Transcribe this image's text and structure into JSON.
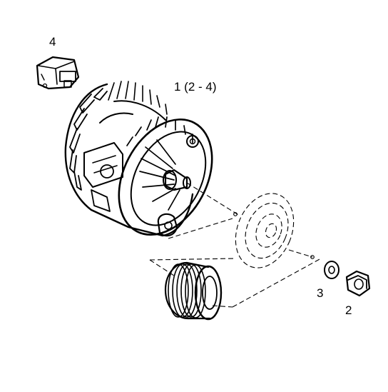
{
  "callouts": {
    "alternator_assembly": "1 (2 - 4)",
    "nut": "2",
    "washer": "3",
    "regulator": "4"
  },
  "colors": {
    "ink": "#000000",
    "paper": "#ffffff"
  },
  "icons": {
    "alternator": "alternator-icon",
    "regulator": "regulator-icon",
    "pulley": "pulley-icon",
    "freewheel_pulley": "freewheel-pulley-icon",
    "washer": "washer-icon",
    "nut": "hex-nut-icon"
  }
}
